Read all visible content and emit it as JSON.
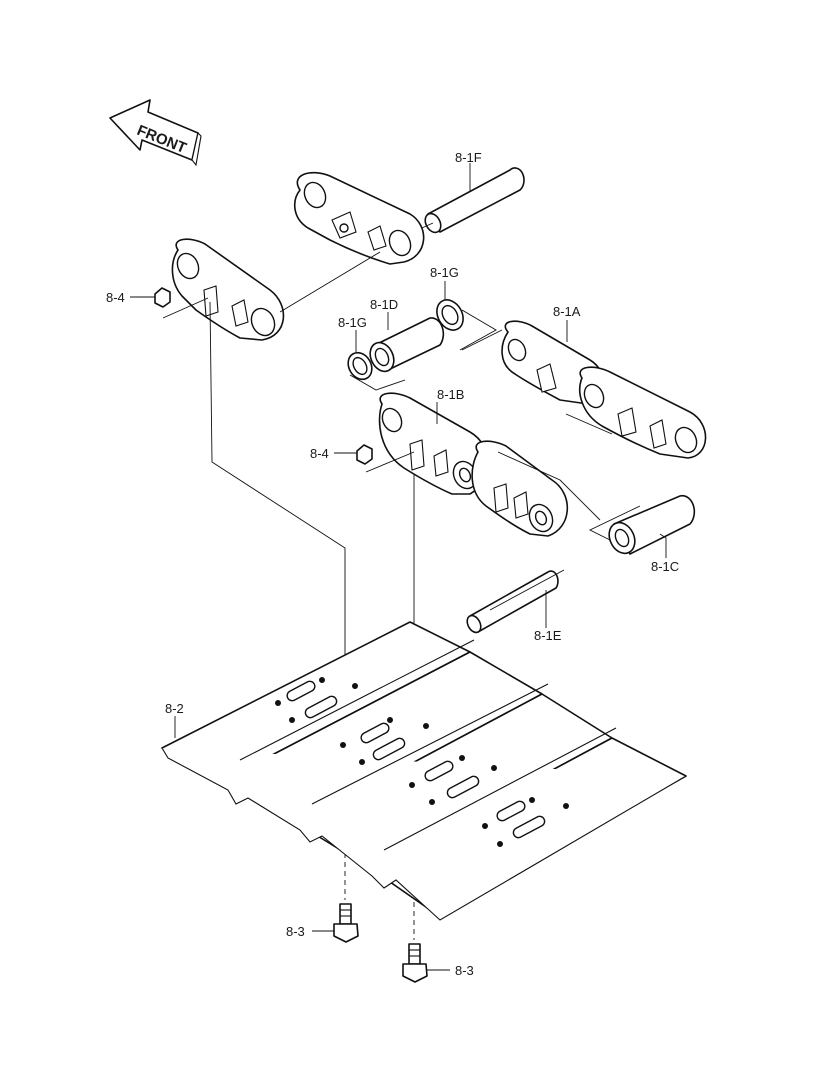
{
  "diagram": {
    "front_arrow_label": "FRONT",
    "labels": {
      "pin_8_1f": "8-1F",
      "nut_8_4_top": "8-4",
      "seal_8_1g_top": "8-1G",
      "bushing_8_1d": "8-1D",
      "seal_8_1g_left": "8-1G",
      "link_8_1a": "8-1A",
      "link_8_1b": "8-1B",
      "nut_8_4_mid": "8-4",
      "bushing_8_1c": "8-1C",
      "pin_8_1e": "8-1E",
      "shoe_8_2": "8-2",
      "bolt_8_3_left": "8-3",
      "bolt_8_3_right": "8-3"
    }
  }
}
